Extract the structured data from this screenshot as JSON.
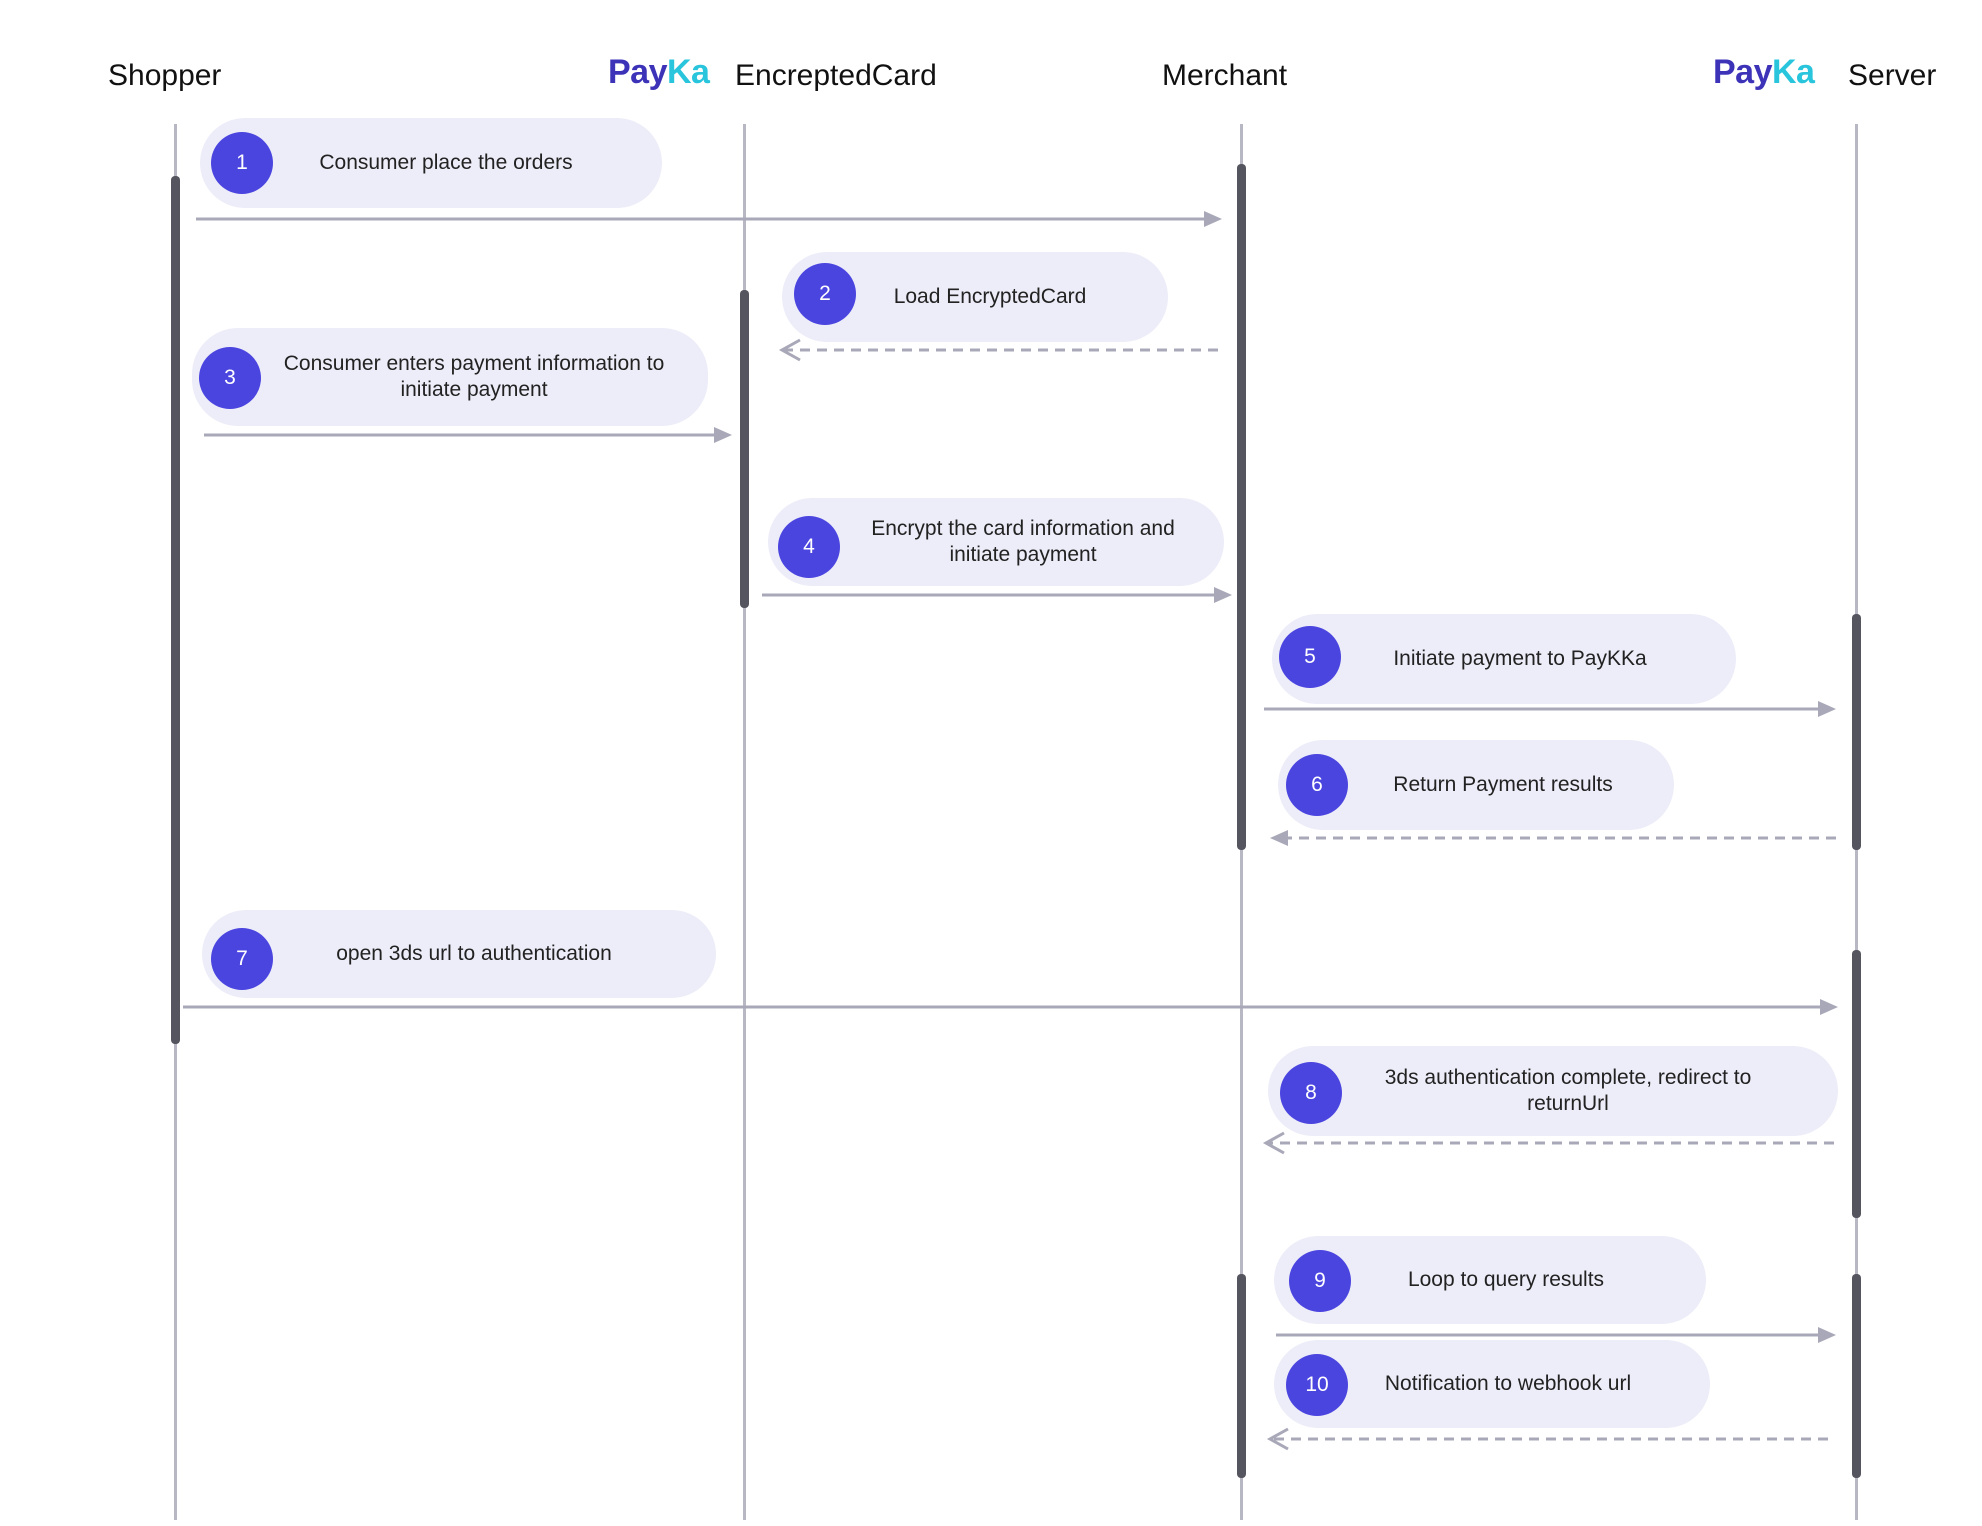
{
  "actors": [
    {
      "id": "shopper",
      "label": "Shopper",
      "logo": false
    },
    {
      "id": "encrypted",
      "label": "EncreptedCard",
      "logo": true
    },
    {
      "id": "merchant",
      "label": "Merchant",
      "logo": false
    },
    {
      "id": "server",
      "label": "Server",
      "logo": true
    }
  ],
  "brand": {
    "logo_part1": "Pay",
    "logo_part2": "Ka",
    "color_primary": "#3c33b8",
    "color_accent": "#29c5dc"
  },
  "colors": {
    "badge": "#4b45e0",
    "pill": "#ededf9",
    "arrow": "#a8a8b8",
    "lifeline": "#b8b8c4",
    "activation": "#55555f"
  },
  "steps": [
    {
      "number": "1",
      "text": "Consumer place the orders",
      "from": "shopper",
      "to": "merchant",
      "style": "solid"
    },
    {
      "number": "2",
      "text": "Load EncryptedCard",
      "from": "merchant",
      "to": "encrypted",
      "style": "dashed"
    },
    {
      "number": "3",
      "text": "Consumer enters payment information to initiate payment",
      "from": "shopper",
      "to": "encrypted",
      "style": "solid"
    },
    {
      "number": "4",
      "text": "Encrypt the card information and initiate payment",
      "from": "encrypted",
      "to": "merchant",
      "style": "solid"
    },
    {
      "number": "5",
      "text": "Initiate payment to PayKKa",
      "from": "merchant",
      "to": "server",
      "style": "solid"
    },
    {
      "number": "6",
      "text": "Return Payment results",
      "from": "server",
      "to": "merchant",
      "style": "dashed"
    },
    {
      "number": "7",
      "text": "open 3ds url to authentication",
      "from": "shopper",
      "to": "server",
      "style": "solid"
    },
    {
      "number": "8",
      "text": "3ds authentication complete, redirect to returnUrl",
      "from": "server",
      "to": "merchant",
      "style": "dashed"
    },
    {
      "number": "9",
      "text": "Loop to query results",
      "from": "merchant",
      "to": "server",
      "style": "solid"
    },
    {
      "number": "10",
      "text": "Notification to webhook url",
      "from": "server",
      "to": "merchant",
      "style": "dashed"
    }
  ]
}
